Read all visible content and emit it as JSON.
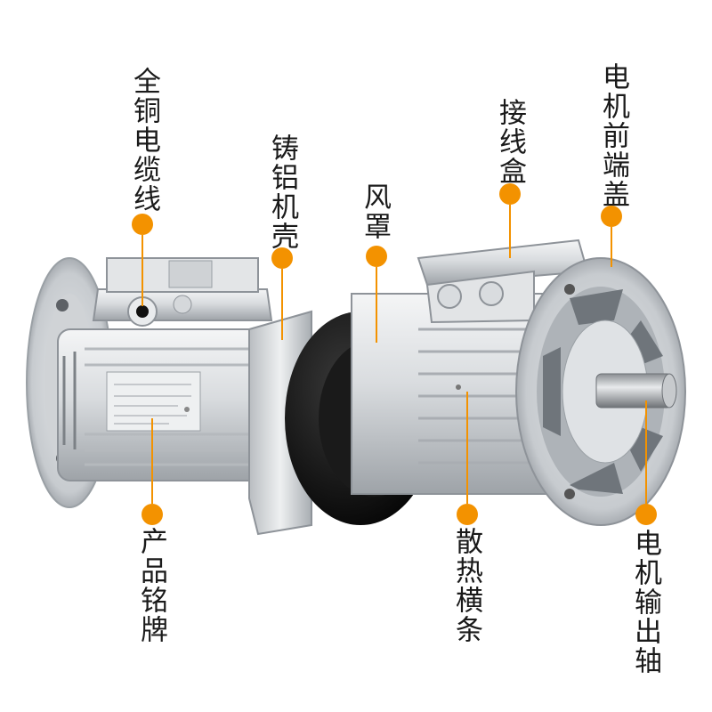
{
  "accent_color": "#f39200",
  "callouts": [
    {
      "id": "cable",
      "text": "全铜电缆线"
    },
    {
      "id": "housing",
      "text": "铸铝机壳"
    },
    {
      "id": "fan-cover",
      "text": "风罩"
    },
    {
      "id": "junction-box",
      "text": "接线盒"
    },
    {
      "id": "front-cover",
      "text": "电机前端盖"
    },
    {
      "id": "nameplate",
      "text": "产品铭牌"
    },
    {
      "id": "cooling-fins",
      "text": "散热横条"
    },
    {
      "id": "output-shaft",
      "text": "电机输出轴"
    }
  ]
}
